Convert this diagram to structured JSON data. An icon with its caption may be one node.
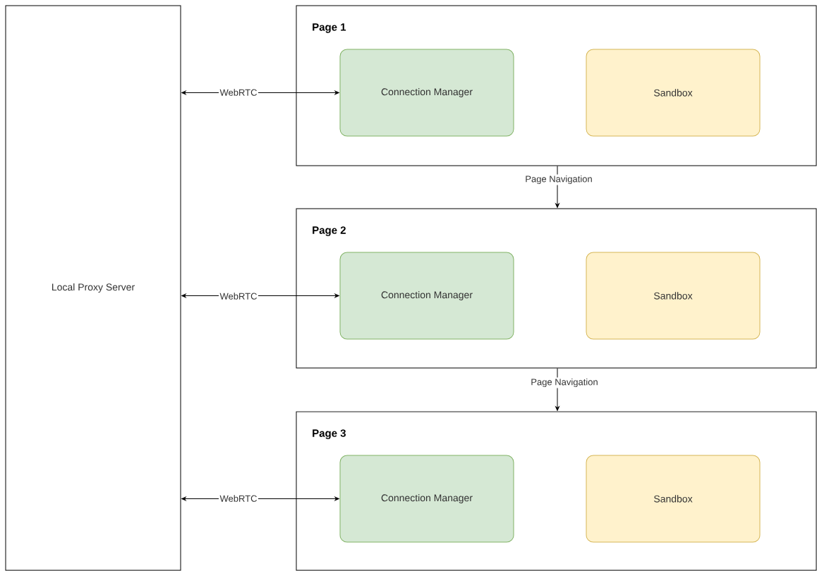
{
  "diagram": {
    "nodes": [
      {
        "text": [
          "Local Proxy Server"
        ]
      },
      {
        "text": [
          "Page 1"
        ]
      },
      {
        "text": [
          "Connection Manager"
        ],
        "in": 1
      },
      {
        "text": [
          "Sandbox"
        ],
        "in": 1
      },
      {
        "text": [
          "Page 2"
        ]
      },
      {
        "text": [
          "Connection Manager"
        ],
        "in": 4
      },
      {
        "text": [
          "Sandbox"
        ],
        "in": 4
      },
      {
        "text": [
          "Page 3"
        ]
      },
      {
        "text": [
          "Connection Manager"
        ],
        "in": 7
      },
      {
        "text": [
          "Sandbox"
        ],
        "in": 7
      }
    ],
    "edges": [
      {
        "from": 0,
        "to": 2,
        "arrow": "both",
        "label": "WebRTC"
      },
      {
        "from": 1,
        "to": 4,
        "arrow": "to",
        "label": "Page Navigation"
      },
      {
        "from": 0,
        "to": 5,
        "arrow": "both",
        "label": "WebRTC"
      },
      {
        "from": 4,
        "to": 7,
        "arrow": "to",
        "label": "Page Navigation"
      },
      {
        "from": 0,
        "to": 8,
        "arrow": "both",
        "label": "WebRTC"
      }
    ]
  }
}
